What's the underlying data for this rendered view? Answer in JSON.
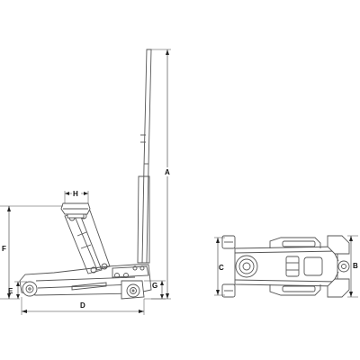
{
  "dimension_labels": {
    "A": "A",
    "B": "B",
    "C": "C",
    "D": "D",
    "E": "E",
    "F": "F",
    "G": "G",
    "H": "H"
  },
  "colors": {
    "line": "#555555",
    "dimension": "#333333",
    "background": "#ffffff"
  }
}
